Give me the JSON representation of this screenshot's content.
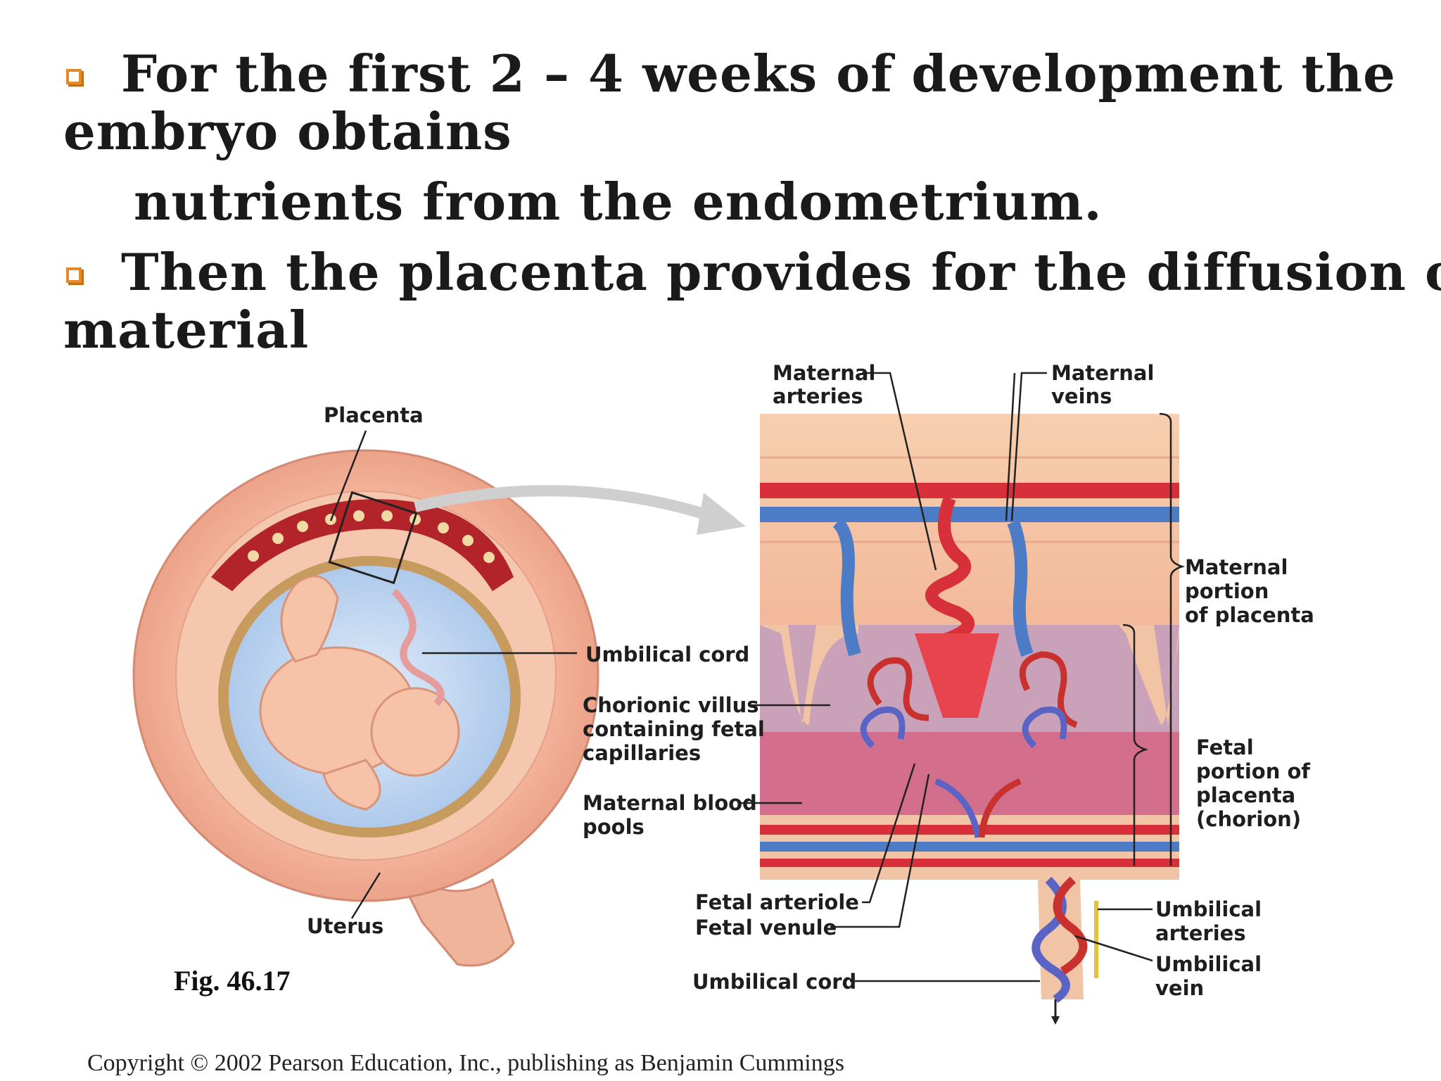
{
  "slide": {
    "bullet1_line1": "For the first 2 – 4 weeks of development the",
    "bullet1_line2": "embryo obtains",
    "bullet1_line3": "nutrients from the endometrium.",
    "bullet2_line1": "Then the placenta provides for the diffusion of",
    "bullet2_line2": "material",
    "bullet_color": "#e38b2c"
  },
  "figure": {
    "labels": {
      "placenta": "Placenta",
      "uterus": "Uterus",
      "umbilical_cord_left": "Umbilical cord",
      "chorionic_villus_1": "Chorionic villus",
      "chorionic_villus_2": "containing fetal",
      "chorionic_villus_3": "capillaries",
      "maternal_blood_pools_1": "Maternal blood",
      "maternal_blood_pools_2": "pools",
      "maternal_arteries_1": "Maternal",
      "maternal_arteries_2": "arteries",
      "maternal_veins_1": "Maternal",
      "maternal_veins_2": "veins",
      "maternal_portion_1": "Maternal",
      "maternal_portion_2": "portion",
      "maternal_portion_3": "of placenta",
      "fetal_portion_1": "Fetal",
      "fetal_portion_2": "portion of",
      "fetal_portion_3": "placenta",
      "fetal_portion_4": "(chorion)",
      "fetal_arteriole": "Fetal arteriole",
      "fetal_venule": "Fetal venule",
      "umbilical_cord_bottom": "Umbilical cord",
      "umbilical_arteries_1": "Umbilical",
      "umbilical_arteries_2": "arteries",
      "umbilical_vein_1": "Umbilical",
      "umbilical_vein_2": "vein"
    },
    "caption": "Fig. 46.17",
    "copyright": "Copyright © 2002 Pearson Education, Inc., publishing as Benjamin Cummings"
  }
}
